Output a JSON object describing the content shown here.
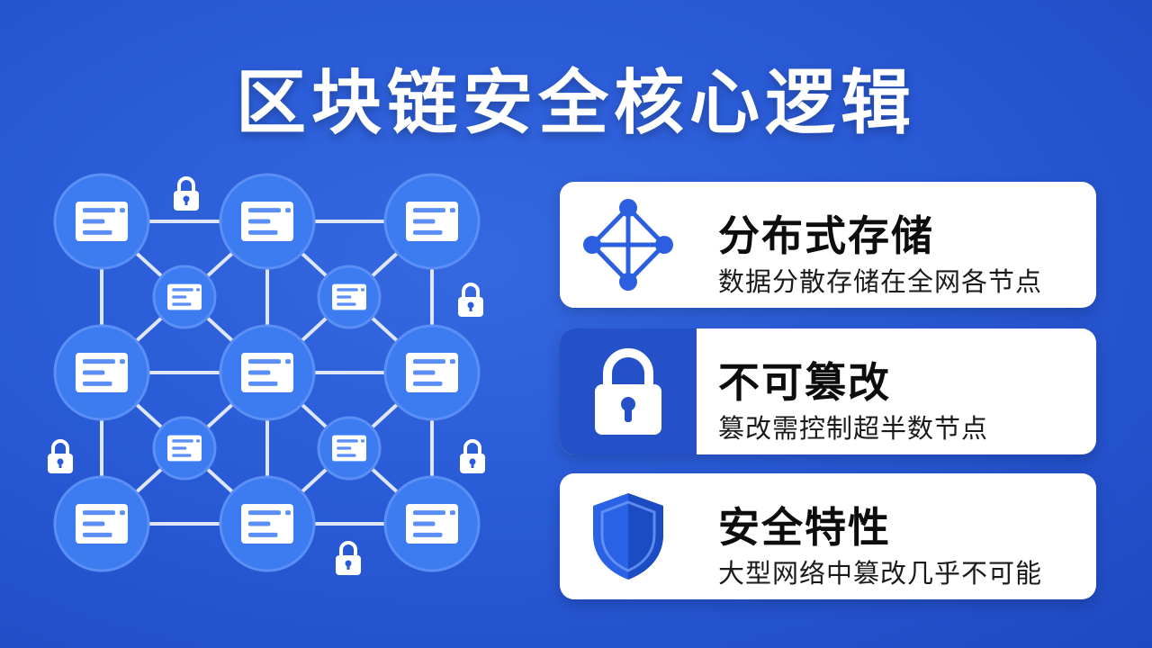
{
  "title": "区块链安全核心逻辑",
  "colors": {
    "background": "#2a5bd7",
    "node": "#3d7bf0",
    "node_ring": "#5b8ff5",
    "doc_line": "#5b8ff5",
    "edge": "#dfe6f7",
    "card_bg": "#ffffff",
    "card_icon_dark": "#2450c8",
    "network_icon": "#2b5fe0",
    "shield": "#2a62e6"
  },
  "network": {
    "nodes": [
      "document-icon",
      "document-icon",
      "document-icon",
      "document-icon",
      "document-icon",
      "document-icon",
      "document-icon",
      "document-icon",
      "document-icon",
      "document-icon",
      "document-icon",
      "document-icon",
      "document-icon"
    ],
    "locks": [
      "lock-icon",
      "lock-icon",
      "lock-icon",
      "lock-icon",
      "lock-icon"
    ]
  },
  "cards": [
    {
      "title": "分布式存储",
      "desc": "数据分散存储在全网各节点",
      "icon": "network-icon"
    },
    {
      "title": "不可篡改",
      "desc": "篡改需控制超半数节点",
      "icon": "lock-icon"
    },
    {
      "title": "安全特性",
      "desc": "大型网络中篡改几乎不可能",
      "icon": "shield-icon"
    }
  ]
}
